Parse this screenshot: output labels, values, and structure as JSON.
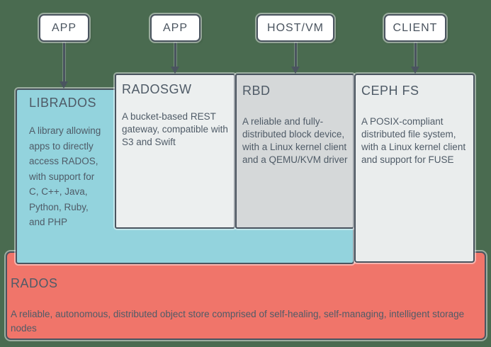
{
  "diagram": {
    "subject": "Ceph storage architecture",
    "colors": {
      "background": "#4a6b50",
      "box_border": "#4a545f",
      "top_node_bg": "#ffffff",
      "librados_bg": "#93d3dd",
      "radosgw_bg": "#ecefef",
      "rbd_bg": "#d5d8d9",
      "cephfs_bg": "#eaeded",
      "rados_bg": "#f0756a",
      "text": "#4f5b67"
    }
  },
  "top_nodes": [
    {
      "label": "APP"
    },
    {
      "label": "APP"
    },
    {
      "label": "HOST/VM"
    },
    {
      "label": "CLIENT"
    }
  ],
  "components": {
    "librados": {
      "title": "LIBRADOS",
      "description": "A library allowing\napps to directly\naccess RADOS,\nwith support for\nC, C++, Java,\nPython, Ruby,\nand PHP"
    },
    "radosgw": {
      "title": "RADOSGW",
      "description": "A bucket-based REST\ngateway, compatible with\nS3 and Swift"
    },
    "rbd": {
      "title": "RBD",
      "description": "A reliable and fully-\ndistributed block device,\nwith a Linux kernel client\nand a QEMU/KVM driver"
    },
    "cephfs": {
      "title": "CEPH FS",
      "description": "A POSIX-compliant\ndistributed file system,\nwith a Linux kernel client\nand support for FUSE"
    },
    "rados": {
      "title": "RADOS",
      "description": "A reliable, autonomous, distributed object store comprised of self-healing, self-managing, intelligent storage\nnodes"
    }
  }
}
